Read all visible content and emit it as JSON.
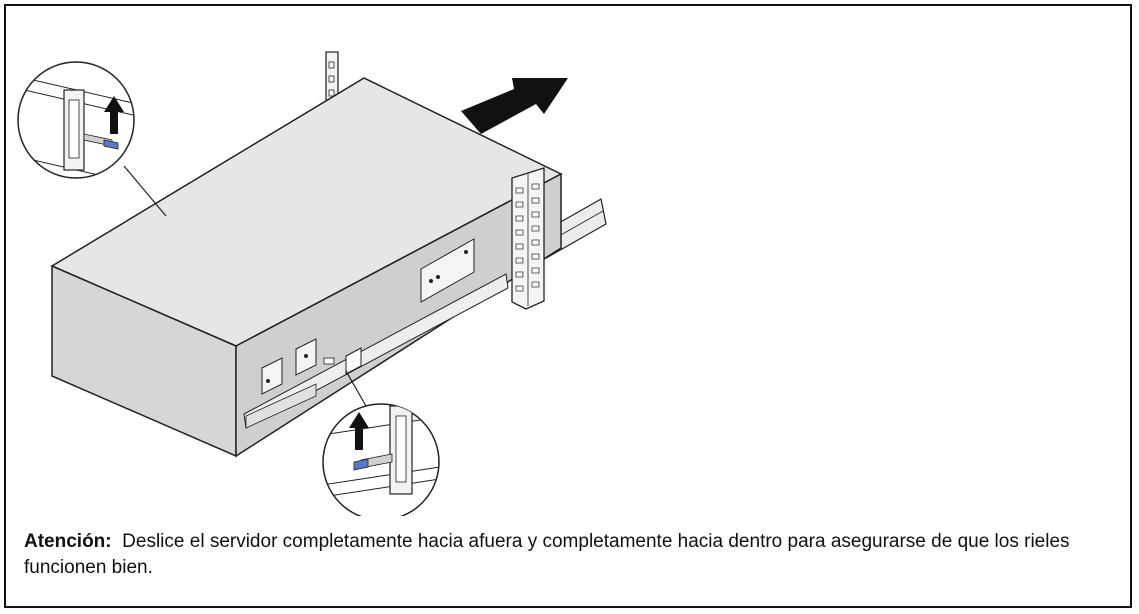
{
  "caption": {
    "label": "Atención:",
    "text": "Deslice el servidor completamente hacia afuera y completamente hacia dentro para asegurarse de que los rieles funcionen bien."
  },
  "colors": {
    "latch_blue": "#5a78c8",
    "server_top": "#e6e6e6",
    "server_side": "#d2d2d2",
    "line": "#222222"
  },
  "icons": [
    "arrow-up-icon",
    "slide-direction-arrow"
  ]
}
